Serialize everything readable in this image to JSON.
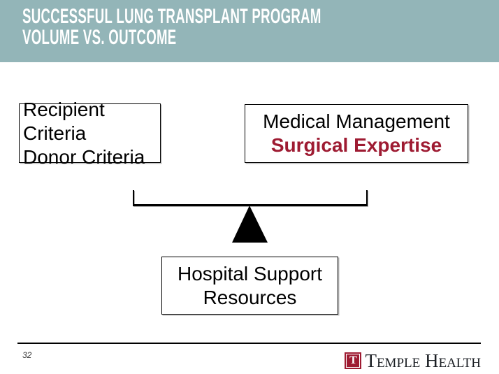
{
  "header": {
    "title_line1": "SUCCESSFUL LUNG TRANSPLANT PROGRAM",
    "title_line2": "VOLUME VS. OUTCOME"
  },
  "diagram": {
    "left_box": {
      "line1": "Recipient Criteria",
      "line2": "Donor Criteria"
    },
    "right_box": {
      "line1": "Medical Management",
      "line2": "Surgical Expertise"
    },
    "bottom_box": {
      "line1": "Hospital Support",
      "line2": "Resources"
    }
  },
  "footer": {
    "page_number": "32",
    "logo_letter": "T",
    "brand_name": "Temple Health"
  },
  "colors": {
    "header_bg": "#93B5B8",
    "title_text": "#FFFFFF",
    "accent_red": "#9E1B32",
    "body_text": "#000000",
    "brand_text": "#1B1F24"
  }
}
